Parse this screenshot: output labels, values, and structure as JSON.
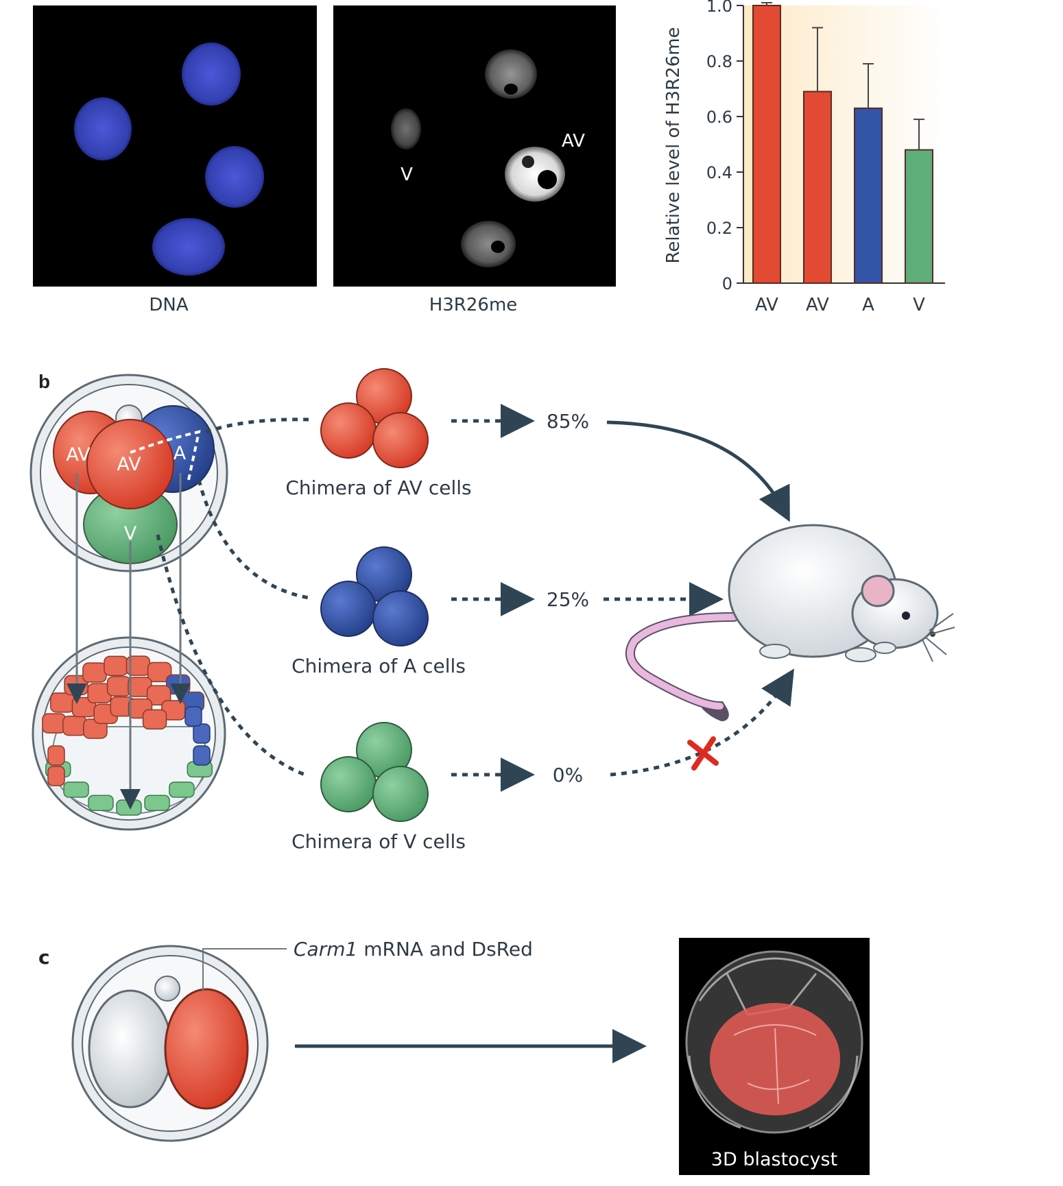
{
  "panel_a": {
    "micrographs": [
      {
        "caption": "DNA",
        "labels": []
      },
      {
        "caption": "H3R26me",
        "labels": [
          "V",
          "AV"
        ]
      }
    ],
    "colors": {
      "dna_nuclei": "#3b48c8",
      "av_bar": "#e24a33",
      "a_bar": "#3355a8",
      "v_bar": "#5dae78"
    }
  },
  "chart_data": {
    "type": "bar",
    "categories": [
      "AV",
      "AV",
      "A",
      "V"
    ],
    "values": [
      1.0,
      0.69,
      0.63,
      0.48
    ],
    "errors": [
      0.01,
      0.23,
      0.16,
      0.11
    ],
    "ylabel": "Relative level of H3R26me",
    "ylim": [
      0,
      1.0
    ],
    "yticks": [
      "0",
      "0.2",
      "0.4",
      "0.6",
      "0.8",
      "1.0"
    ],
    "bar_colors": [
      "#e24a33",
      "#e24a33",
      "#3355a8",
      "#5dae78"
    ],
    "grid": false
  },
  "panel_b": {
    "letter": "b",
    "embryo_labels": {
      "av_left": "AV",
      "av_front": "AV",
      "a": "A",
      "v": "V"
    },
    "chimeras": [
      {
        "caption": "Chimera of AV cells",
        "percent": "85%",
        "color": "#e0503a"
      },
      {
        "caption": "Chimera of A cells",
        "percent": "25%",
        "color": "#3354a5"
      },
      {
        "caption": "Chimera of V cells",
        "percent": "0%",
        "color": "#58ad72"
      }
    ],
    "colors": {
      "arrow": "#2f4554",
      "fail_mark": "#e02a20"
    }
  },
  "panel_c": {
    "letter": "c",
    "injection_label_italic": "Carm1",
    "injection_label_rest": " mRNA and DsRed",
    "blastocyst_caption": "3D blastocyst"
  }
}
